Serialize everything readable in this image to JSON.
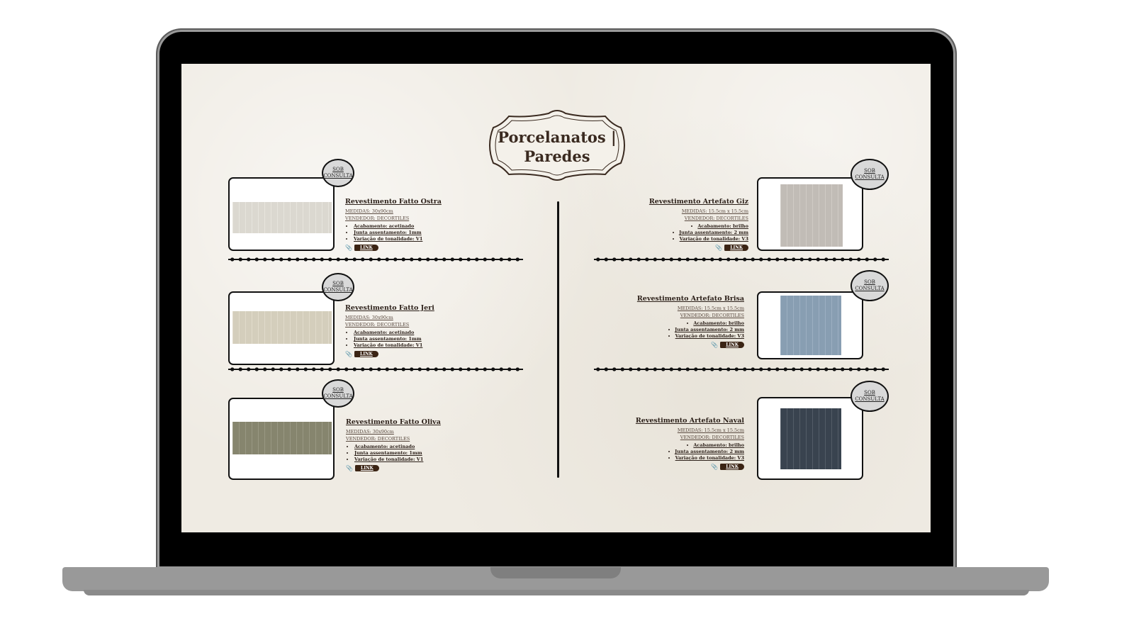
{
  "page": {
    "title": "Porcelanatos | Paredes"
  },
  "products_left": [
    {
      "name": "Revestimento Fatto Ostra",
      "measures": "MEDIDAS: 30x90cm",
      "vendor": "VENDEDOR: DECORTILES",
      "features": [
        "Acabamento: acetinado",
        "Junta assentamento: 1mm",
        "Variação de tonalidade: V1"
      ],
      "link_label": "LINK",
      "badge": [
        "SOB",
        "CONSULTA"
      ],
      "tile_color": "#e4e1d8"
    },
    {
      "name": "Revestimento Fatto Jeri",
      "measures": "MEDIDAS: 30x90cm",
      "vendor": "VENDEDOR: DECORTILES",
      "features": [
        "Acabamento: acetinado",
        "Junta assentamento: 1mm",
        "Variação de tonalidade: V1"
      ],
      "link_label": "LINK",
      "badge": [
        "SOB",
        "CONSULTA"
      ],
      "tile_color": "#ddd6c4"
    },
    {
      "name": "Revestimento Fatto Oliva",
      "measures": "MEDIDAS: 30x90cm",
      "vendor": "VENDEDOR: DECORTILES",
      "features": [
        "Acabamento: acetinado",
        "Junta assentamento: 1mm",
        "Variação de tonalidade: V1"
      ],
      "link_label": "LINK",
      "badge": [
        "SOB",
        "CONSULTA"
      ],
      "tile_color": "#8b8a72"
    }
  ],
  "products_right": [
    {
      "name": "Revestimento Artefato Giz",
      "measures": "MEDIDAS: 15.5cm x 15.5cm",
      "vendor": "VENDEDOR: DECORTILES",
      "features": [
        "Acabamento: brilho",
        "Junta assentamento: 2 mm",
        "Variação de tonalidade: V3"
      ],
      "link_label": "LINK",
      "badge": [
        "SOB",
        "CONSULTA"
      ],
      "tile_color": "#c9c4bd"
    },
    {
      "name": "Revestimento Artefato Brisa",
      "measures": "MEDIDAS: 15.5cm x 15.5cm",
      "vendor": "VENDEDOR: DECORTILES",
      "features": [
        "Acabamento: brilho",
        "Junta assentamento: 2 mm",
        "Variação de tonalidade: V3"
      ],
      "link_label": "LINK",
      "badge": [
        "SOB",
        "CONSULTA"
      ],
      "tile_color": "#8ea4b9"
    },
    {
      "name": "Revestimento Artefato Naval",
      "measures": "MEDIDAS: 15.5cm x 15.5cm",
      "vendor": "VENDEDOR: DECORTILES",
      "features": [
        "Acabamento: brilho",
        "Junta assentamento: 2 mm",
        "Variação de tonalidade: V3"
      ],
      "link_label": "LINK",
      "badge": [
        "SOB",
        "CONSULTA"
      ],
      "tile_color": "#3b4652"
    }
  ],
  "icons": {
    "link": "paperclip-icon"
  }
}
